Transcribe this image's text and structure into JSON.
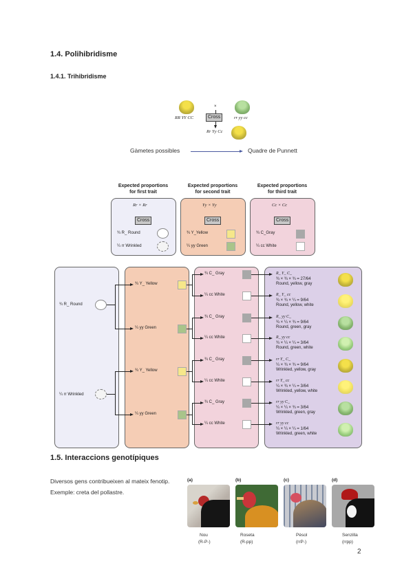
{
  "headings": {
    "section_1_4": "1.4. Polihibridisme",
    "section_1_4_1": "1.4.1. Trihibridisme",
    "section_1_5": "1.5. Interaccions genotípiques"
  },
  "cross_diagram": {
    "parent1": "RR YY CC",
    "parent2": "rr yy cc",
    "cross_symbol": "×",
    "cross_label": "Cross",
    "offspring": "Rr Yy Cc",
    "gametes_label": "Gàmetes possibles",
    "punnett_label": "Quadre de Punnett"
  },
  "expected": [
    {
      "title_line1": "Expected proportions",
      "title_line2": "for first trait",
      "cross": "Rr × Rr",
      "cross_label": "Cross",
      "row1": "¾ R_ Round",
      "row2": "¼ rr Wrinkled"
    },
    {
      "title_line1": "Expected proportions",
      "title_line2": "for second trait",
      "cross": "Yy × Yy",
      "cross_label": "Cross",
      "row1": "¾ Y_Yellow",
      "row2": "¼ yy Green"
    },
    {
      "title_line1": "Expected proportions",
      "title_line2": "for third trait",
      "cross": "Cc × Cc",
      "cross_label": "Cross",
      "row1": "¾ C_Gray",
      "row2": "¼ cc White"
    }
  ],
  "branch": {
    "first": [
      "¾ R_ Round",
      "¼ rr Wrinkled"
    ],
    "second": [
      "¾ Y_ Yellow",
      "¼ yy Green",
      "¾ Y_ Yellow",
      "¼ yy Green"
    ],
    "third": [
      "¾ C_ Gray",
      "¼ cc White",
      "¾ C_ Gray",
      "¼ cc White",
      "¾ C_ Gray",
      "¼ cc White",
      "¾ C_ Gray",
      "¼ cc White"
    ]
  },
  "results": [
    {
      "genotype": "R_ Y_ C_",
      "calc": "¾ × ¾ × ¾ = 27/64",
      "phenotype": "Round, yellow, gray"
    },
    {
      "genotype": "R_ Y_ cc",
      "calc": "¾ × ¾ × ¼ = 9/64",
      "phenotype": "Round, yellow, white"
    },
    {
      "genotype": "R_ yy C_",
      "calc": "¾ × ¼ × ¾ = 9/64",
      "phenotype": "Round, green, gray"
    },
    {
      "genotype": "R_ yy cc",
      "calc": "¾ × ¼ × ¼ = 3/64",
      "phenotype": "Round, green, white"
    },
    {
      "genotype": "rr Y_ C_",
      "calc": "¼ × ¾ × ¾ = 9/64",
      "phenotype": "Wrinkled, yellow, gray"
    },
    {
      "genotype": "rr Y_ cc",
      "calc": "¼ × ¾ × ¼ = 3/64",
      "phenotype": "Wrinkled, yellow, white"
    },
    {
      "genotype": "rr yy C_",
      "calc": "¼ × ¼ × ¾ = 3/64",
      "phenotype": "Wrinkled, green, gray"
    },
    {
      "genotype": "rr yy cc",
      "calc": "¼ × ¼ × ¼ = 1/64",
      "phenotype": "Wrinkled, green, white"
    }
  ],
  "body": {
    "text": "Diversos gens contribueixen al mateix fenotip. Exemple: creta del pollastre."
  },
  "chickens": [
    {
      "label": "(a)",
      "name": "Nou",
      "genotype": "(R-P-)"
    },
    {
      "label": "(b)",
      "name": "Roseta",
      "genotype": "(R-pp)"
    },
    {
      "label": "(c)",
      "name": "Pèsol",
      "genotype": "(rrP-)"
    },
    {
      "label": "(d)",
      "name": "Senzilla",
      "genotype": "(rrpp)"
    }
  ],
  "page_number": "2",
  "colors": {
    "panel_first": "#eeeef8",
    "panel_second": "#f5cdb5",
    "panel_third": "#f2d3dc",
    "panel_results": "#dcd0e8",
    "yellow": "#f6e78a",
    "green": "#a9c48a",
    "gray": "#a8a8a8",
    "white": "#ffffff"
  }
}
